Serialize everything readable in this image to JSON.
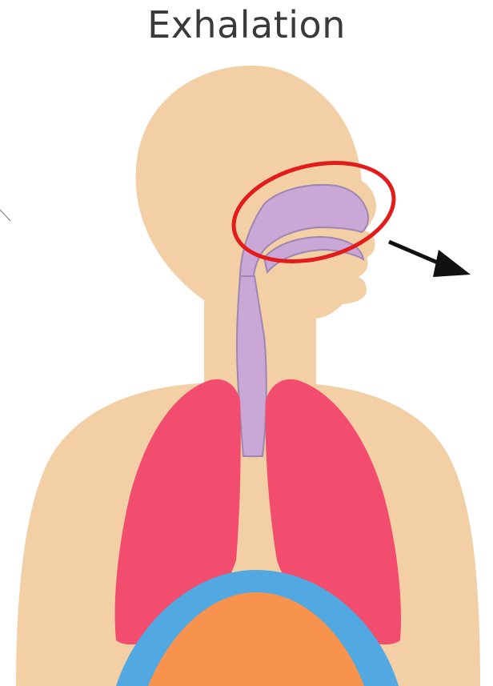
{
  "title": "Exhalation",
  "colors": {
    "skin": "#F3CFA6",
    "airway": "#C9A8D8",
    "airway_outline": "#9E86B0",
    "lungs": "#F24D6E",
    "diaphragm_outer": "#52A8E0",
    "diaphragm_inner": "#F7934C",
    "highlight": "#E21B1B",
    "arrow": "#111111",
    "title": "#3a3a3a"
  },
  "structures": [
    "head",
    "torso",
    "nasal-cavity",
    "trachea",
    "left-lung",
    "right-lung",
    "diaphragm"
  ],
  "annotations": {
    "highlight": "red-ellipse-around-nasal-cavity",
    "airflow_arrow": "pointing-out-right-down-from-nose"
  }
}
